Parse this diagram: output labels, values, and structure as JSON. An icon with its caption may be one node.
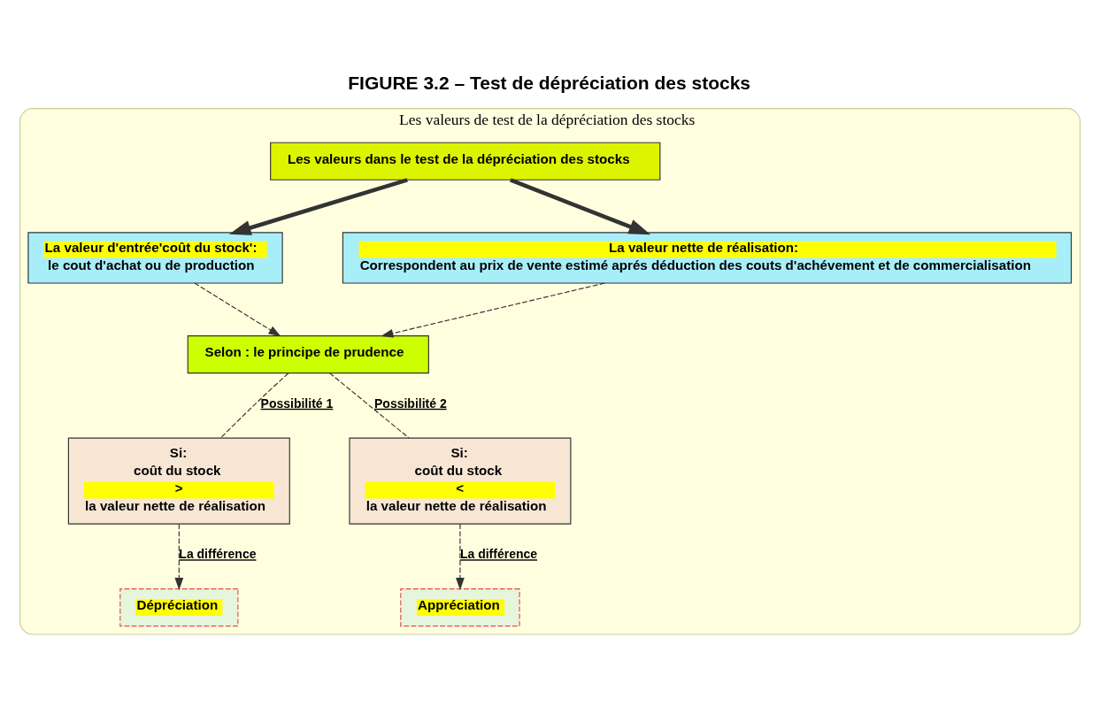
{
  "diagram": {
    "title": "FIGURE 3.2 – Test de dépréciation des stocks",
    "nodes": [
      {
        "text": [
          "Les valeurs de test de la dépréciation des stocks"
        ]
      },
      {
        "text": [
          "Les valeurs dans le test de la dépréciation des stocks"
        ],
        "in": 0
      },
      {
        "text": [
          "La valeur d'entrée'coût du stock':",
          "le cout d'achat ou de production"
        ],
        "in": 0
      },
      {
        "text": [
          "La valeur nette de réalisation:",
          "Correspondent au prix de vente estimé aprés déduction des couts d'achévement et de commercialisation"
        ],
        "in": 0
      },
      {
        "text": [
          "Selon : le principe de prudence"
        ],
        "in": 0
      },
      {
        "text": [
          "Si:",
          "coût du stock",
          ">",
          "la valeur nette de réalisation"
        ],
        "in": 0
      },
      {
        "text": [
          "Si:",
          "coût du stock",
          "<",
          "la valeur nette de réalisation"
        ],
        "in": 0
      },
      {
        "text": [
          "Dépréciation"
        ],
        "in": 0
      },
      {
        "text": [
          "Appréciation"
        ],
        "in": 0
      }
    ],
    "edges": [
      {
        "from": 1,
        "to": 2,
        "arrow": "to",
        "style": "thick"
      },
      {
        "from": 1,
        "to": 3,
        "arrow": "to",
        "style": "thick"
      },
      {
        "from": 2,
        "to": 4,
        "arrow": "to",
        "style": "dashed"
      },
      {
        "from": 3,
        "to": 4,
        "arrow": "to",
        "style": "dashed"
      },
      {
        "from": 4,
        "to": 5,
        "arrow": "none",
        "style": "dashed",
        "label": "Possibilité 1"
      },
      {
        "from": 4,
        "to": 6,
        "arrow": "none",
        "style": "dashed",
        "label": "Possibilité 2"
      },
      {
        "from": 5,
        "to": 7,
        "arrow": "to",
        "style": "dashed",
        "label": "La différence"
      },
      {
        "from": 6,
        "to": 8,
        "arrow": "to",
        "style": "dashed",
        "label": "La différence"
      }
    ]
  }
}
